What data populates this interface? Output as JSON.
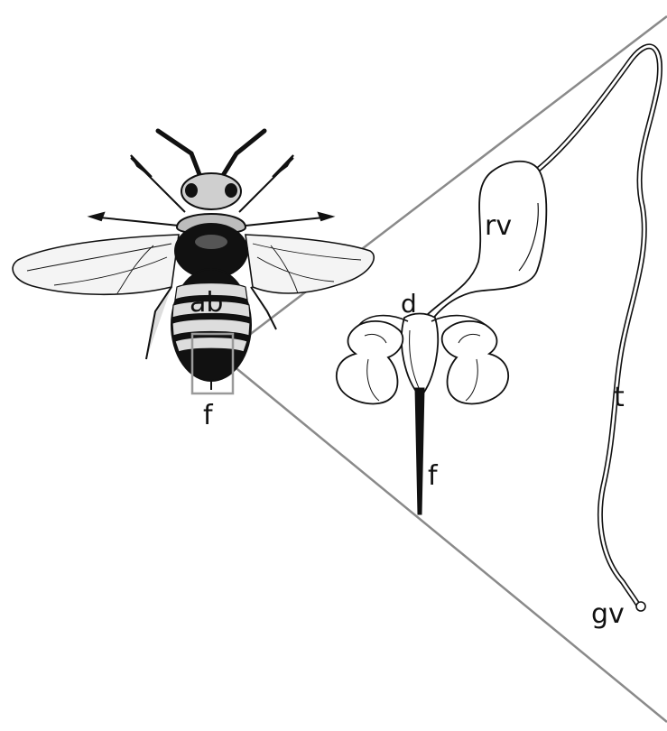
{
  "figure": {
    "labels": {
      "ab": "ab",
      "f_bee": "f",
      "rv": "rv",
      "d": "d",
      "f_detail": "f",
      "t": "t",
      "gv": "gv"
    },
    "colors": {
      "ink": "#111111",
      "zoom_lines": "#8a8a8a",
      "highlight_box": "#9a9a9a",
      "background": "#ffffff"
    }
  }
}
